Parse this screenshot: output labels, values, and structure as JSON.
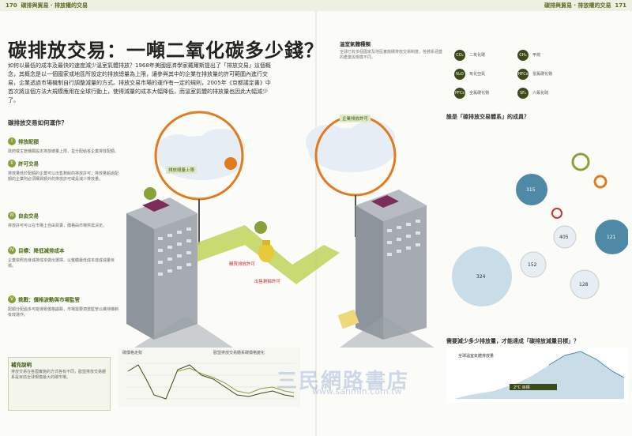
{
  "header": {
    "left_page": "170",
    "left_section": "碳排與貿易 · 排放權的交易",
    "right_page": "171",
    "right_section": "碳排與貿易 · 排放權的交易"
  },
  "title": "碳排放交易：一噸二氧化碳多少錢？",
  "intro": "如何以最低的成本及最快的速度減少溫室氣體排放？1968年美國經濟學家戴爾斯提出了「排放交易」這個概念，其概念是以一個國家或地區所設定的排放總量為上限，讓參與其中的企業在排放量的許可範圍內進行交易，企業透過市場機制自行調整減量的方式。排放交易市場的運作有一定的規則，2005年《京都議定書》中首次將這個方法大規模應用在全球行動上，使得減量的成本大幅降低，而溫室氣體的排放量也因此大幅減少了。",
  "how": {
    "heading": "碳排放交易如何運作？",
    "steps": [
      {
        "num": "I",
        "title": "排放配額",
        "body": "政府或主管機關設定排放總量上限，並分配給各企業排放配額。"
      },
      {
        "num": "II",
        "title": "許可交易",
        "body": "排放量低於配額的企業可以出售剩餘的排放許可；排放量超過配額的企業則必須購買額外的排放許可或是減少排放量。"
      },
      {
        "num": "III",
        "title": "自由交易",
        "body": "排放許可可以在市場上自由買賣，價格由市場供需決定。"
      },
      {
        "num": "IV",
        "title": "目標：降低減排成本",
        "body": "企業依照自身減排成本做出選擇，以整體最低成本達成減量目標。"
      },
      {
        "num": "V",
        "title": "挑戰：價格波動與市場監管",
        "body": "配額分配過多可能導致價格崩跌，市場需要適當監管以維持機制有效運作。"
      }
    ],
    "note_title": "補充說明",
    "note_body": "排放交易在各國實施的方式各有不同，歐盟排放交易體系是目前全球規模最大的碳市場。"
  },
  "scene": {
    "cloud_left": "排放總量上限",
    "cloud_right": "企業排放許可",
    "label_buy": "購買排放許可",
    "label_sell": "出售剩餘許可"
  },
  "ghg": {
    "heading": "溫室氣體種類",
    "items": [
      {
        "formula": "CO₂",
        "name": "二氧化碳"
      },
      {
        "formula": "CH₄",
        "name": "甲烷"
      },
      {
        "formula": "N₂O",
        "name": "氧化亞氮"
      },
      {
        "formula": "HFCs",
        "name": "氫氟碳化物"
      },
      {
        "formula": "PFCs",
        "name": "全氟碳化物"
      },
      {
        "formula": "SF₆",
        "name": "六氟化硫"
      }
    ]
  },
  "right": {
    "q1": "誰是「碳排放交易體系」的成員？",
    "q1_body": "全球已有多個國家及地區實施碳排放交易制度，各體系涵蓋的產業與規模不同。",
    "q2": "需要減少多少排放量，才能達成「碳排放減量目標」？",
    "bubbles": [
      {
        "value": "315"
      },
      {
        "value": "405"
      },
      {
        "value": "128"
      },
      {
        "value": "121"
      },
      {
        "value": "152"
      },
      {
        "value": "324"
      }
    ]
  },
  "chart_bottom_left": {
    "title": "碳價格走勢",
    "note": "歐盟排放交易體系碳價格變化"
  },
  "chart_bottom_right": {
    "title": "全球溫室氣體排放量",
    "band": "2°C 目標"
  },
  "watermark": {
    "line1": "三民網路書店",
    "line2": "www.sanmin.com.tw"
  }
}
